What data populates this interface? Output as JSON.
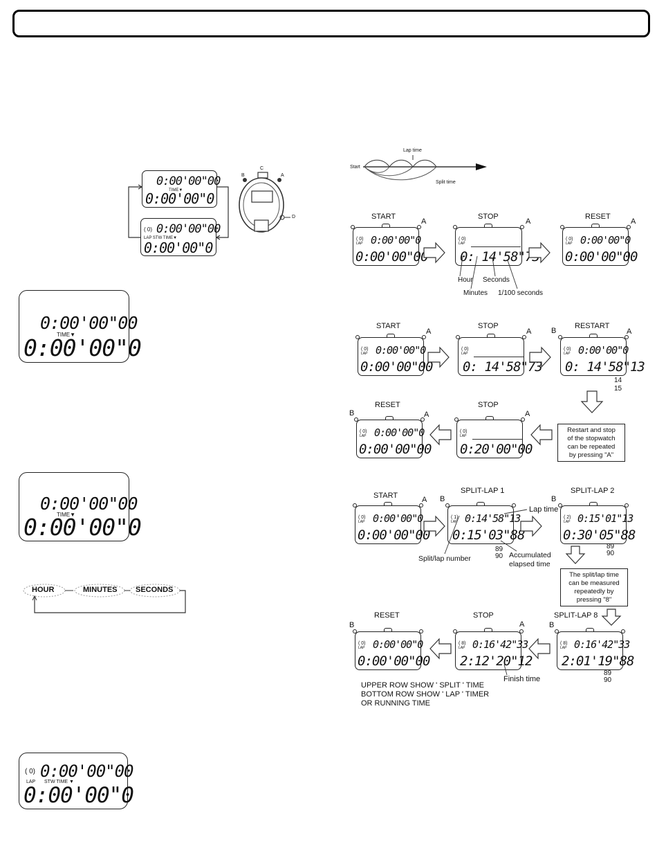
{
  "left": {
    "diagram": {
      "time_upper": "0:00'00\"00",
      "time_indicator": "TIME▼",
      "time_lower": "0:00'00\"0",
      "lap_prefix": "( 0)",
      "lap_upper": "0:00'00\"00",
      "lap_indicator": "LAP  STW TIME▼",
      "lap_lower": "0:00'00\"0",
      "btn_b": "B",
      "btn_c": "C",
      "btn_a": "A",
      "btn_d": "D"
    },
    "display1": {
      "upper": "0:00'00\"00",
      "indicator": "TIME▼",
      "lower": "0:00'00\"0"
    },
    "display2": {
      "upper": "0:00'00\"00",
      "indicator": "TIME▼",
      "lower": "0:00'00\"0"
    },
    "set_sequence": [
      "HOUR",
      "MINUTES",
      "SECONDS"
    ],
    "display3": {
      "prefix": "( 0)",
      "upper": "0:00'00\"00",
      "lap_label": "LAP",
      "indicator": "STW TIME ▼",
      "lower": "0:00'00\"0"
    }
  },
  "lap_diagram": {
    "lap_time": "Lap time",
    "start": "Start",
    "split_time": "Split time"
  },
  "row1": {
    "start": {
      "heading": "START",
      "btn": "A",
      "upper": "0:00'00\"0",
      "lower": "0:00'00\"00"
    },
    "stop": {
      "heading": "STOP",
      "btn": "A",
      "lower": "0: 14'58\"73"
    },
    "reset": {
      "heading": "RESET",
      "btn": "A",
      "upper": "0:00'00\"0",
      "lower": "0:00'00\"00"
    },
    "labels": {
      "hour": "Hour",
      "seconds": "Seconds",
      "minutes": "Minutes",
      "hundredths": "1/100 seconds"
    },
    "lap_prefix": "( 0)",
    "lap_tag": "LAP"
  },
  "row2": {
    "start": {
      "heading": "START",
      "btn": "A",
      "upper": "0:00'00\"0",
      "lower": "0:00'00\"00"
    },
    "stop": {
      "heading": "STOP",
      "btn": "A",
      "lower": "0: 14'58\"73"
    },
    "restart": {
      "heading": "RESTART",
      "btn_b": "B",
      "btn_a": "A",
      "upper": "0:00'00\"0",
      "lower": "0: 14'58\"13",
      "rolling": [
        "14",
        "15"
      ]
    }
  },
  "row3": {
    "reset": {
      "heading": "RESET",
      "btn_b": "B",
      "btn_a": "A",
      "upper": "0:00'00\"0",
      "lower": "0:00'00\"00"
    },
    "stop": {
      "heading": "STOP",
      "btn": "A",
      "lower": "0:20'00\"00"
    },
    "note": [
      "Restart and stop",
      "of the stopwatch",
      "can be repeated",
      "by pressing \"A\""
    ]
  },
  "row4": {
    "start": {
      "heading": "START",
      "btn": "A",
      "upper": "0:00'00\"0",
      "lower": "0:00'00\"00"
    },
    "split1": {
      "heading": "SPLIT-LAP 1",
      "btn_b": "B",
      "prefix": "( 1)",
      "upper": "0:14'58\"13",
      "lower": "0:15'03\"88",
      "rolling": [
        "89",
        "90"
      ]
    },
    "split2": {
      "heading": "SPLIT-LAP 2",
      "btn_b": "B",
      "prefix": "( 2)",
      "upper": "0:15'01\"13",
      "lower": "0:30'05\"88",
      "rolling": [
        "89",
        "90"
      ]
    },
    "labels": {
      "lap_time": "Lap time",
      "split_number": "Split/lap number",
      "accum1": "Accumulated",
      "accum2": "elapsed time"
    },
    "note": [
      "The split/lap time",
      "can be measured",
      "repeatedly by",
      "pressing \"8\""
    ]
  },
  "row5": {
    "reset": {
      "heading": "RESET",
      "btn_b": "B",
      "upper": "0:00'00\"0",
      "lower": "0:00'00\"00"
    },
    "stop": {
      "heading": "STOP",
      "btn": "A",
      "prefix": "( 8)",
      "upper": "0:16'42\"33",
      "lower": "2:12'20\"12"
    },
    "split8": {
      "heading": "SPLIT-LAP 8",
      "btn_b": "B",
      "prefix": "( 8)",
      "upper": "0:16'42\"33",
      "lower": "2:01'19\"88",
      "rolling": [
        "89",
        "90"
      ]
    },
    "finish": "Finish time",
    "caption": [
      "UPPER ROW SHOW ' SPLIT ' TIME",
      "BOTTOM ROW SHOW ' LAP ' TIMER",
      "OR RUNNING TIME"
    ]
  }
}
